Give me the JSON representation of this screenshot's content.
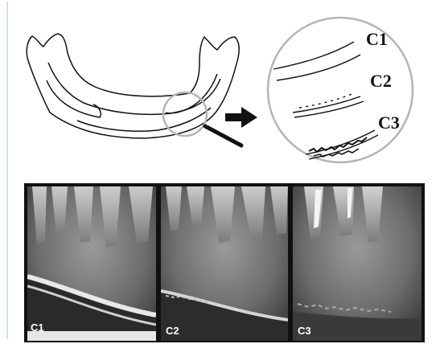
{
  "diagram": {
    "inset_labels": [
      "C1",
      "C2",
      "C3"
    ]
  },
  "radiographs": [
    {
      "label": "C1"
    },
    {
      "label": "C2"
    },
    {
      "label": "C3"
    }
  ],
  "colors": {
    "line": "#111111",
    "magnifier_ring": "#b5b5b5",
    "background": "#ffffff"
  }
}
